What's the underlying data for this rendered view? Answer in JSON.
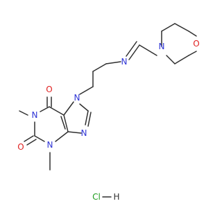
{
  "molecule": {
    "atoms": {
      "n_top_right": "N",
      "n_imine": "N",
      "n_morpholine": "N",
      "o_morpholine": "O",
      "o_top": "O",
      "o_left": "O",
      "n1": "N",
      "n3": "N",
      "n7": "N",
      "n9": "N"
    },
    "salt": {
      "cl": "Cl",
      "dash": "—",
      "h": "H"
    }
  },
  "colors": {
    "bond": "#2f2f2f",
    "nitrogen": "#2f35d6",
    "oxygen": "#e02020",
    "chlorine": "#1f9c1f"
  }
}
